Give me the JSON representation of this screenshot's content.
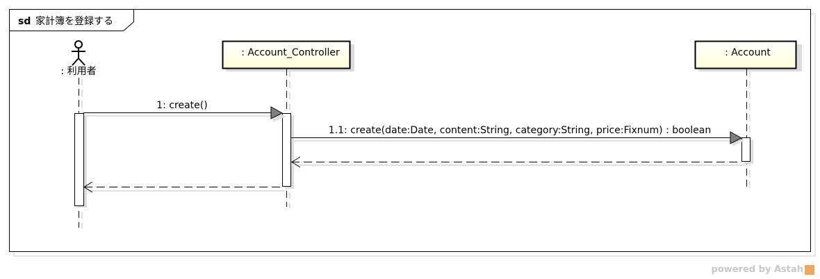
{
  "frame": {
    "keyword": "sd",
    "name": "家計簿を登録する"
  },
  "lifelines": {
    "user": {
      "label": ": 利用者"
    },
    "controller": {
      "label": ": Account_Controller"
    },
    "account": {
      "label": ": Account"
    }
  },
  "messages": {
    "m1": {
      "label": "1: create()"
    },
    "m2": {
      "label": "1.1: create(date:Date, content:String, category:String, price:Fixnum) : boolean"
    }
  },
  "brand": {
    "text": "powered by Astah"
  },
  "colors": {
    "participant_fill": "#ffffe6",
    "arrowhead": "#808080",
    "brand_accent": "#f0a860"
  }
}
